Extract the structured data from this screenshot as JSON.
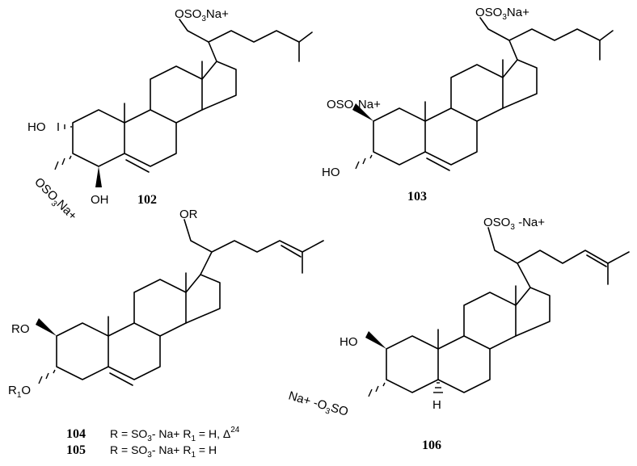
{
  "compounds": [
    {
      "number": "102",
      "labels": {
        "side_chain": "OSO",
        "side_chain_sub": "3",
        "side_chain_tail": "Na+",
        "ho": "HO",
        "sulfate_a": "OSO",
        "sulfate_sub": "3",
        "sulfate_tail": "Na+",
        "oh": "OH"
      }
    },
    {
      "number": "103",
      "labels": {
        "side_chain": "OSO",
        "side_chain_sub": "3",
        "side_chain_tail": "Na+",
        "sulfate_a": "OSO",
        "sulfate_sub": "3",
        "sulfate_tail": "Na+",
        "ho": "HO"
      }
    },
    {
      "number": "104",
      "labels": {
        "side_chain": "OR",
        "ro": "RO",
        "r1": "R",
        "r1_sub": "1",
        "r1_tail": "O"
      },
      "definition": {
        "text": "R = SO",
        "text_sub": "3",
        "text_tail": "- Na+   R",
        "r1_sub": "1",
        "r1_tail": " = H, Δ",
        "sup": "24"
      }
    },
    {
      "number": "105",
      "definition": {
        "text": "R = SO",
        "text_sub": "3",
        "text_tail": "- Na+   R",
        "r1_sub": "1",
        "r1_tail": " = H"
      }
    },
    {
      "number": "106",
      "labels": {
        "side_chain": "OSO",
        "side_chain_sub": "3",
        "side_chain_tail": " -Na+",
        "ho": "HO",
        "na": "Na+ -O",
        "na_sub": "3",
        "na_tail": "SO",
        "h": "H"
      }
    }
  ]
}
